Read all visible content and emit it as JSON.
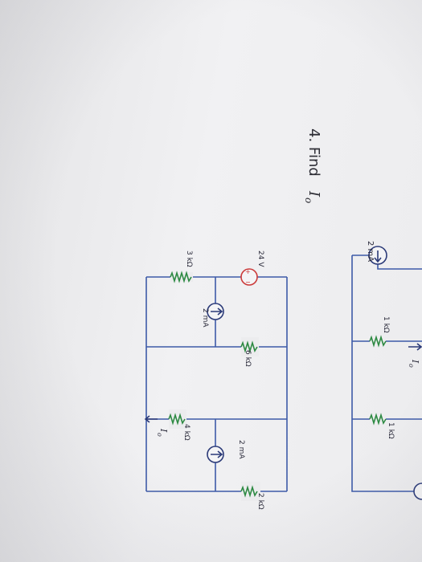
{
  "problem": {
    "number_label": "4. Find",
    "variable": "I",
    "variable_sub": "o"
  },
  "top_circuit": {
    "current_source": "2 mA",
    "resistor_left": "1 kΩ",
    "resistor_right": "1 kΩ",
    "current_label": "I",
    "current_sub": "o"
  },
  "main_circuit": {
    "voltage_source": "24 V",
    "resistor_3k": "3 kΩ",
    "current_source_1": "2 mA",
    "resistor_6k": "6 kΩ",
    "current_source_2": "2 mA",
    "resistor_4k": "4 kΩ",
    "resistor_2k": "2 kΩ",
    "current_label": "I",
    "current_sub": "o"
  },
  "colors": {
    "wire": "#3d5aa8",
    "resistor": "#2e8a43",
    "voltage_source": "#cc3b3b",
    "current_source": "#2b3a78"
  }
}
